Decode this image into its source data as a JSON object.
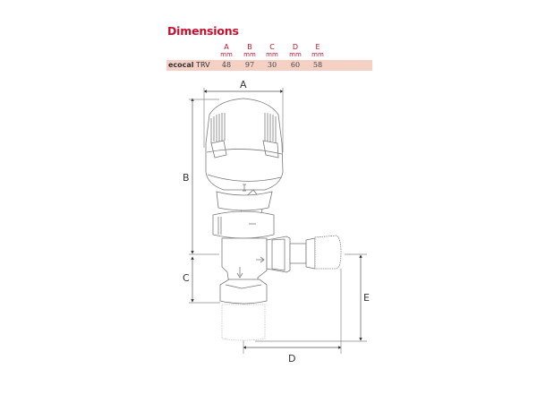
{
  "title": "Dimensions",
  "table": {
    "columns": [
      {
        "letter": "A",
        "unit": "mm"
      },
      {
        "letter": "B",
        "unit": "mm"
      },
      {
        "letter": "C",
        "unit": "mm"
      },
      {
        "letter": "D",
        "unit": "mm"
      },
      {
        "letter": "E",
        "unit": "mm"
      }
    ],
    "rows": [
      {
        "label_brand": "ecocal",
        "label_model": "TRV",
        "values": [
          "48",
          "97",
          "30",
          "60",
          "58"
        ]
      }
    ]
  },
  "diagram": {
    "labels": {
      "a": "A",
      "b": "B",
      "c": "C",
      "d": "D",
      "e": "E"
    }
  },
  "colors": {
    "accent": "#c8102e",
    "row_highlight": "#f5d0c5",
    "line": "#8a8a8a"
  }
}
